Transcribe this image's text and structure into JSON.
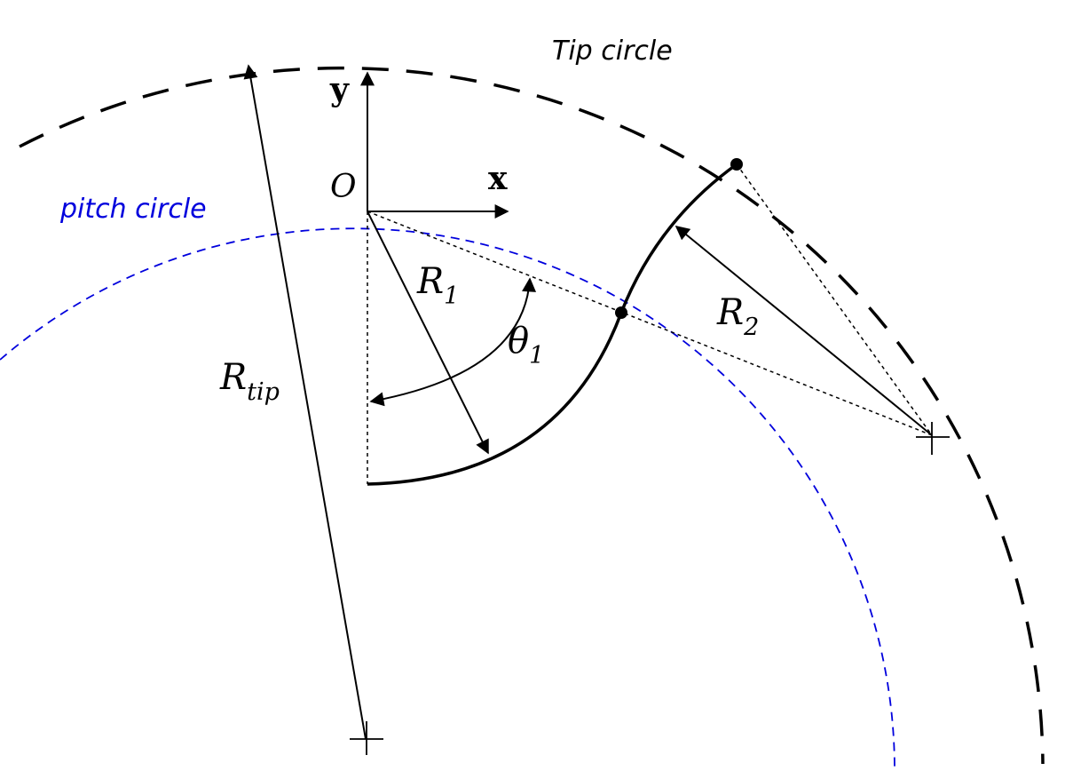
{
  "labels": {
    "tip_circle": "Tip circle",
    "pitch_circle": "pitch circle",
    "origin": "O",
    "x_axis": "x",
    "y_axis": "y",
    "r1": "R",
    "r1_sub": "1",
    "r2": "R",
    "r2_sub": "2",
    "theta1": "θ",
    "theta1_sub": "1",
    "rtip": "R",
    "rtip_sub": "tip"
  },
  "colors": {
    "stroke": "#000000",
    "pitch_circle": "#0000dd",
    "background": "#ffffff"
  }
}
